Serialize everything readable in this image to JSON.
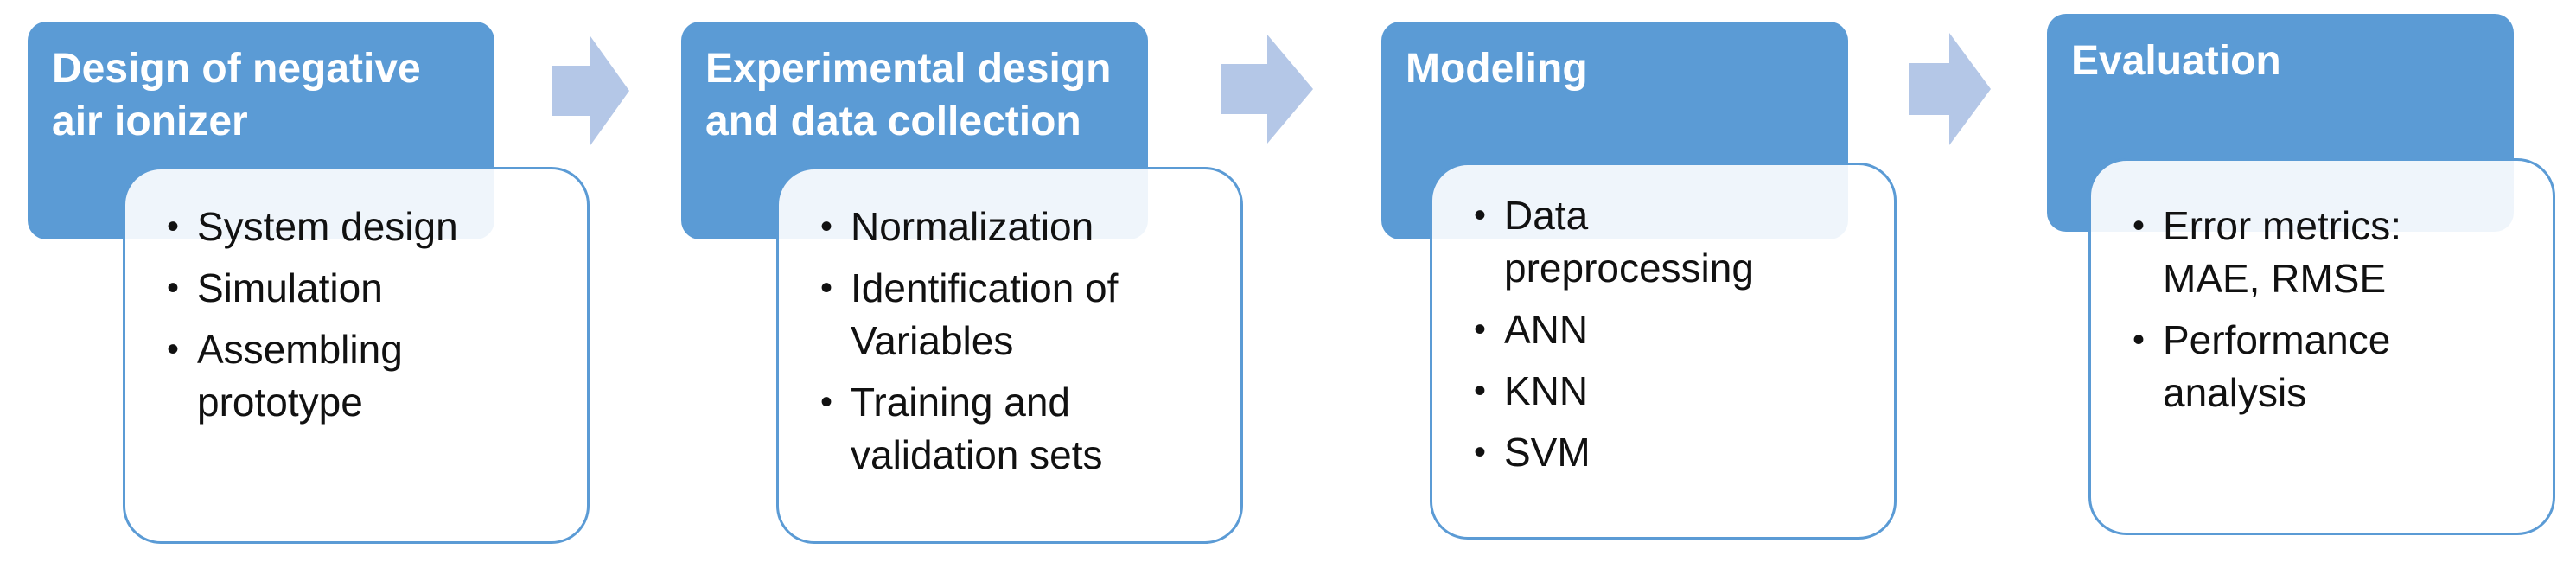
{
  "colors": {
    "header_fill": "#5b9bd5",
    "box_border": "#5b9bd5",
    "arrow_fill": "#b4c7e7"
  },
  "stages": [
    {
      "title_lines": [
        "Design of negative",
        "air ionizer"
      ],
      "items": [
        [
          "System design"
        ],
        [
          "Simulation"
        ],
        [
          "Assembling",
          "prototype"
        ]
      ]
    },
    {
      "title_lines": [
        "Experimental design",
        "and data collection"
      ],
      "items": [
        [
          "Normalization"
        ],
        [
          "Identification of",
          "Variables"
        ],
        [
          "Training and",
          "validation sets"
        ]
      ]
    },
    {
      "title_lines": [
        "Modeling"
      ],
      "items": [
        [
          "Data",
          "preprocessing"
        ],
        [
          "ANN"
        ],
        [
          "KNN"
        ],
        [
          "SVM"
        ]
      ]
    },
    {
      "title_lines": [
        "Evaluation"
      ],
      "items": [
        [
          "Error metrics:",
          "MAE, RMSE"
        ],
        [
          "Performance",
          "analysis"
        ]
      ]
    }
  ],
  "arrow_icon": "right-block-arrow-icon"
}
